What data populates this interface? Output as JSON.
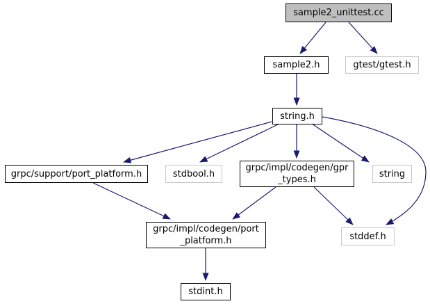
{
  "diagram": {
    "type": "include-dependency-graph",
    "colors": {
      "background": "#ffffff",
      "edge": "#191970",
      "focus_node_fill": "#bfbfbf",
      "documented_node_border": "#000000",
      "external_node_border": "#c8c8c8",
      "text": "#000000"
    },
    "nodes": [
      {
        "id": "sample2_unittest.cc",
        "label": "sample2_unittest.cc",
        "kind": "focus"
      },
      {
        "id": "sample2.h",
        "label": "sample2.h",
        "kind": "documented"
      },
      {
        "id": "gtest/gtest.h",
        "label": "gtest/gtest.h",
        "kind": "external"
      },
      {
        "id": "string.h",
        "label": "string.h",
        "kind": "documented"
      },
      {
        "id": "grpc/support/port_platform.h",
        "label": "grpc/support/port_platform.h",
        "kind": "documented"
      },
      {
        "id": "stdbool.h",
        "label": "stdbool.h",
        "kind": "external"
      },
      {
        "id": "grpc/impl/codegen/gpr_types.h",
        "label": "grpc/impl/codegen/gpr\n_types.h",
        "kind": "documented"
      },
      {
        "id": "string",
        "label": "string",
        "kind": "external"
      },
      {
        "id": "stddef.h",
        "label": "stddef.h",
        "kind": "external"
      },
      {
        "id": "grpc/impl/codegen/port_platform.h",
        "label": "grpc/impl/codegen/port\n_platform.h",
        "kind": "documented"
      },
      {
        "id": "stdint.h",
        "label": "stdint.h",
        "kind": "documented"
      }
    ],
    "edges": [
      {
        "from": "sample2_unittest.cc",
        "to": "sample2.h"
      },
      {
        "from": "sample2_unittest.cc",
        "to": "gtest/gtest.h"
      },
      {
        "from": "sample2.h",
        "to": "string.h"
      },
      {
        "from": "string.h",
        "to": "grpc/support/port_platform.h"
      },
      {
        "from": "string.h",
        "to": "stdbool.h"
      },
      {
        "from": "string.h",
        "to": "grpc/impl/codegen/gpr_types.h"
      },
      {
        "from": "string.h",
        "to": "string"
      },
      {
        "from": "string.h",
        "to": "stddef.h"
      },
      {
        "from": "grpc/support/port_platform.h",
        "to": "grpc/impl/codegen/port_platform.h"
      },
      {
        "from": "grpc/impl/codegen/gpr_types.h",
        "to": "grpc/impl/codegen/port_platform.h"
      },
      {
        "from": "grpc/impl/codegen/gpr_types.h",
        "to": "stddef.h"
      },
      {
        "from": "grpc/impl/codegen/port_platform.h",
        "to": "stdint.h"
      }
    ]
  }
}
